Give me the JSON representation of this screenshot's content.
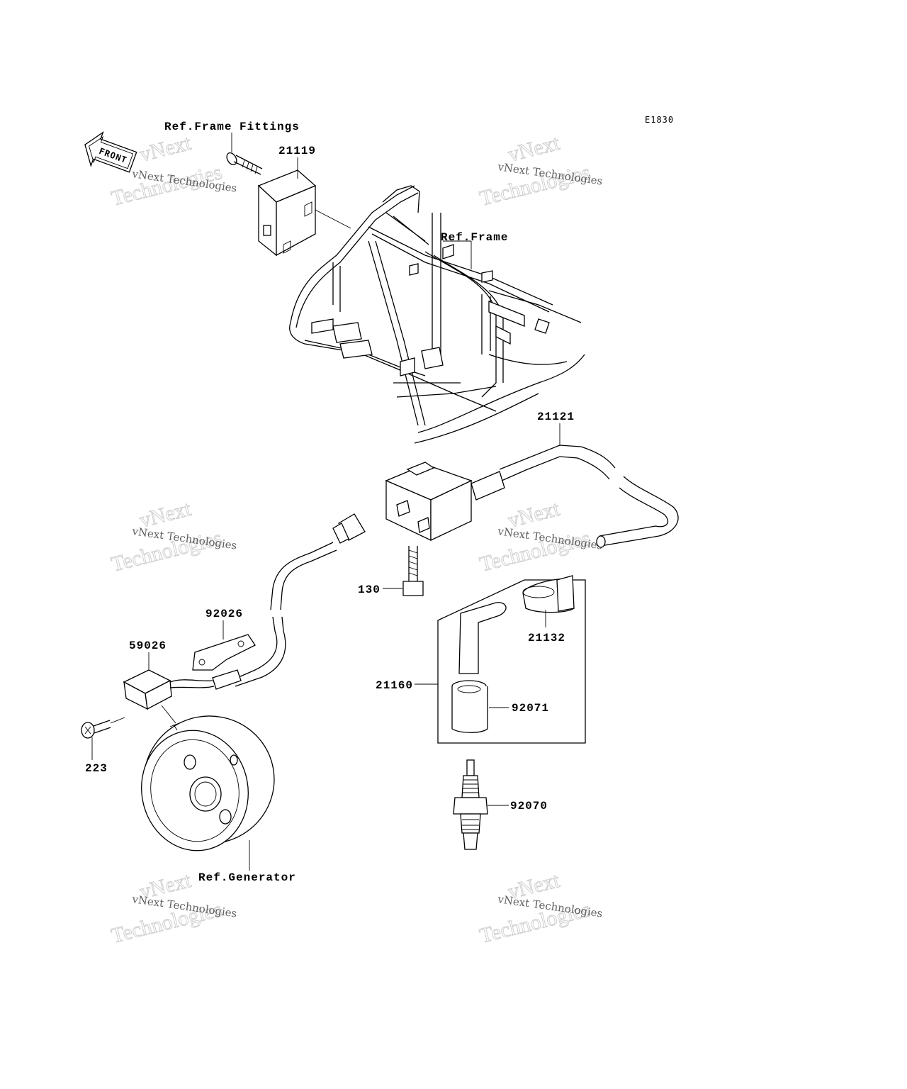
{
  "diagram_code": "E1830",
  "front_label": "FRONT",
  "labels": {
    "ref_frame_fittings": "Ref.Frame Fittings",
    "p21119": "21119",
    "ref_frame": "Ref.Frame",
    "p21121": "21121",
    "p130": "130",
    "p92026": "92026",
    "p59026": "59026",
    "p21132": "21132",
    "p21160": "21160",
    "p92071": "92071",
    "p223": "223",
    "p92070": "92070",
    "ref_generator": "Ref.Generator"
  },
  "watermark": {
    "line1": "vNext Technologies",
    "line2": "vNext",
    "line3": "Technologies"
  }
}
